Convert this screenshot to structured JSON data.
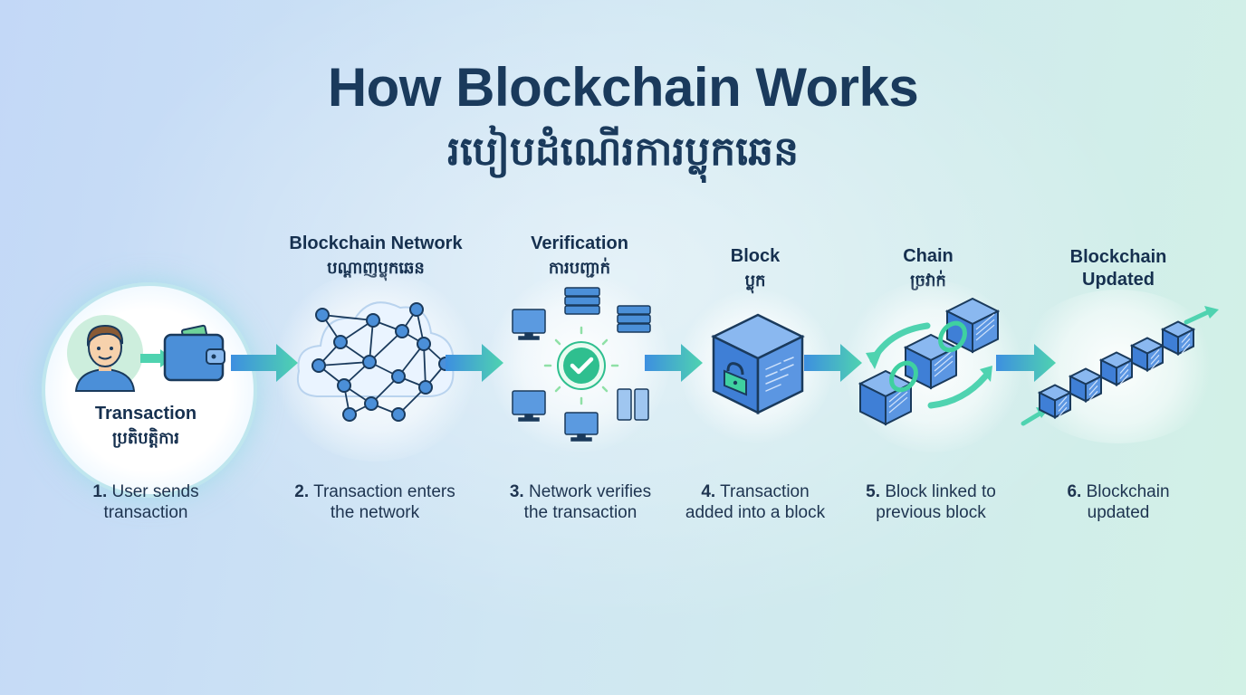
{
  "title": {
    "english": "How Blockchain Works",
    "khmer": "របៀបដំណើរការប្លុកឆេន"
  },
  "steps": [
    {
      "label_en": "Transaction",
      "label_km": "ប្រតិបត្តិការ",
      "number": "1.",
      "caption_line1": "User sends",
      "caption_line2": "transaction",
      "icon": "user-wallet-icon"
    },
    {
      "label_en": "Blockchain Network",
      "label_km": "បណ្តាញប្លុកឆេន",
      "number": "2.",
      "caption_line1": "Transaction enters",
      "caption_line2": "the network",
      "icon": "network-cloud-icon"
    },
    {
      "label_en": "Verification",
      "label_km": "ការបញ្ជាក់",
      "number": "3.",
      "caption_line1": "Network verifies",
      "caption_line2": "the transaction",
      "icon": "verification-icon"
    },
    {
      "label_en": "Block",
      "label_km": "ប្លុក",
      "number": "4.",
      "caption_line1": "Transaction",
      "caption_line2": "added into a block",
      "icon": "block-cube-icon"
    },
    {
      "label_en": "Chain",
      "label_km": "ច្រវាក់",
      "number": "5.",
      "caption_line1": "Block linked to",
      "caption_line2": "previous block",
      "icon": "chain-link-icon"
    },
    {
      "label_line1": "Blockchain",
      "label_line2": "Updated",
      "number": "6.",
      "caption_line1": "Blockchain",
      "caption_line2": "updated",
      "icon": "blockchain-row-icon"
    }
  ],
  "colors": {
    "title": "#1a3a5c",
    "arrow_start": "#3d8fe0",
    "arrow_end": "#4fd3b0",
    "cube": "#4a86d8",
    "check": "#2fbf8f"
  }
}
